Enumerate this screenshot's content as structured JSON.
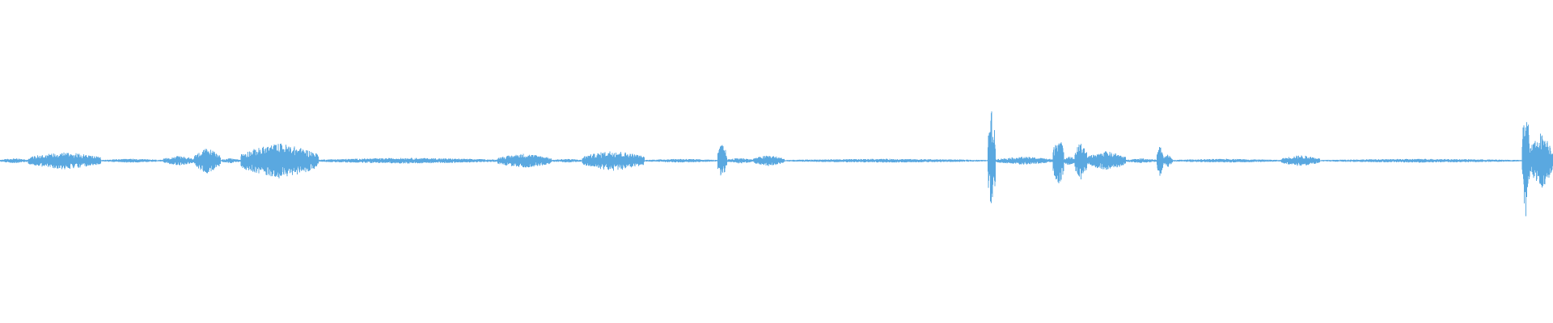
{
  "waveform": {
    "color": "#5aa8e0",
    "baseline_color": "#5aa8e0",
    "amplitude_scale": 1.0,
    "segments": [
      {
        "start": 0.0,
        "end": 0.018,
        "amp": 0.015
      },
      {
        "start": 0.018,
        "end": 0.065,
        "amp": 0.055
      },
      {
        "start": 0.065,
        "end": 0.105,
        "amp": 0.012
      },
      {
        "start": 0.105,
        "end": 0.125,
        "amp": 0.03
      },
      {
        "start": 0.125,
        "end": 0.142,
        "amp": 0.08
      },
      {
        "start": 0.142,
        "end": 0.155,
        "amp": 0.015
      },
      {
        "start": 0.155,
        "end": 0.205,
        "amp": 0.11
      },
      {
        "start": 0.205,
        "end": 0.32,
        "amp": 0.018
      },
      {
        "start": 0.32,
        "end": 0.355,
        "amp": 0.045
      },
      {
        "start": 0.355,
        "end": 0.375,
        "amp": 0.012
      },
      {
        "start": 0.375,
        "end": 0.415,
        "amp": 0.065
      },
      {
        "start": 0.415,
        "end": 0.462,
        "amp": 0.012
      },
      {
        "start": 0.462,
        "end": 0.468,
        "amp": 0.11
      },
      {
        "start": 0.468,
        "end": 0.485,
        "amp": 0.018
      },
      {
        "start": 0.485,
        "end": 0.505,
        "amp": 0.035
      },
      {
        "start": 0.505,
        "end": 0.636,
        "amp": 0.012
      },
      {
        "start": 0.636,
        "end": 0.641,
        "amp": 0.32
      },
      {
        "start": 0.641,
        "end": 0.678,
        "amp": 0.025
      },
      {
        "start": 0.678,
        "end": 0.685,
        "amp": 0.16
      },
      {
        "start": 0.685,
        "end": 0.692,
        "amp": 0.03
      },
      {
        "start": 0.692,
        "end": 0.7,
        "amp": 0.12
      },
      {
        "start": 0.7,
        "end": 0.725,
        "amp": 0.06
      },
      {
        "start": 0.725,
        "end": 0.745,
        "amp": 0.015
      },
      {
        "start": 0.745,
        "end": 0.749,
        "amp": 0.1
      },
      {
        "start": 0.749,
        "end": 0.755,
        "amp": 0.04
      },
      {
        "start": 0.755,
        "end": 0.825,
        "amp": 0.012
      },
      {
        "start": 0.825,
        "end": 0.85,
        "amp": 0.035
      },
      {
        "start": 0.85,
        "end": 0.98,
        "amp": 0.012
      },
      {
        "start": 0.98,
        "end": 0.985,
        "amp": 0.35
      },
      {
        "start": 0.985,
        "end": 1.0,
        "amp": 0.18
      }
    ]
  }
}
